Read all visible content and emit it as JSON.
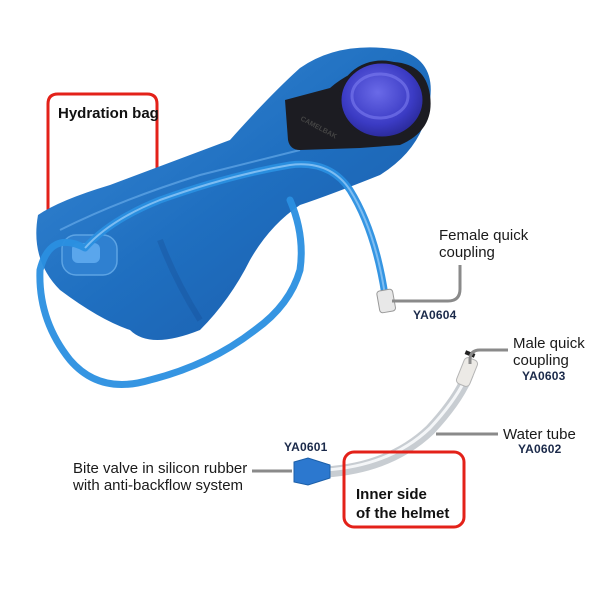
{
  "diagram": {
    "accent_color": "#e32119",
    "bag_color": "#1f6fc0",
    "tube_color": "#2a8fe0",
    "leader_line_color": "#8a8a8a",
    "callout_boxes": [
      {
        "id": "hydration-bag",
        "title": "Hydration bag"
      },
      {
        "id": "inner-helmet",
        "title_line1": "Inner side",
        "title_line2": "of the helmet"
      }
    ],
    "parts": [
      {
        "id": "female-coupling",
        "label_line1": "Female quick",
        "label_line2": "coupling",
        "code": "YA0604"
      },
      {
        "id": "male-coupling",
        "label_line1": "Male quick",
        "label_line2": "coupling",
        "code": "YA0603"
      },
      {
        "id": "water-tube",
        "label_line1": "Water tube",
        "code": "YA0602"
      },
      {
        "id": "bite-valve",
        "label_line1": "Bite valve in silicon rubber",
        "label_line2": "with anti-backflow system",
        "code": "YA0601"
      }
    ],
    "brand_text": "CAMELBAK"
  }
}
